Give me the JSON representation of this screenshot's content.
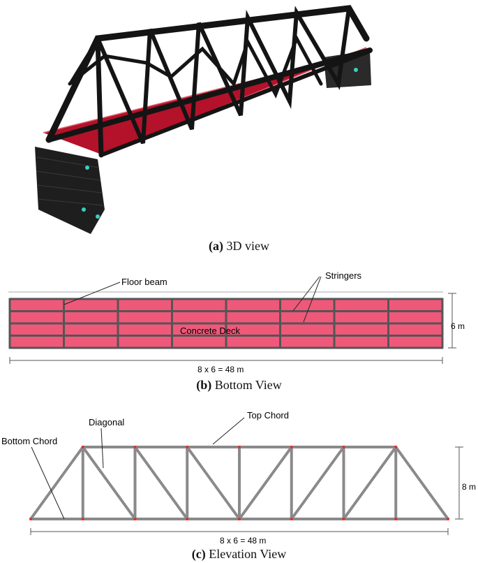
{
  "captions": {
    "a_letter": "(a)",
    "a_text": "3D view",
    "b_letter": "(b)",
    "b_text": "Bottom View",
    "c_letter": "(c)",
    "c_text": "Elevation View"
  },
  "bottom_view": {
    "labels": {
      "floor_beam": "Floor beam",
      "stringers": "Stringers",
      "concrete_deck": "Concrete Deck",
      "width_dim": "6 m",
      "length_dim": "8 x 6 = 48 m"
    },
    "panels": 8,
    "stringer_lines": 4,
    "colors": {
      "deck": "#f0587a",
      "beam": "#555555"
    }
  },
  "elevation_view": {
    "labels": {
      "top_chord": "Top Chord",
      "diagonal": "Diagonal",
      "bottom_chord": "Bottom Chord",
      "height_dim": "8 m",
      "length_dim": "8 x 6 = 48 m"
    },
    "panels": 8,
    "colors": {
      "member": "#8a8a8a",
      "node": "#e03030"
    }
  },
  "colors": {
    "truss_3d": "#141414",
    "deck_3d": "#b3122a",
    "abutment": "#1e1e1e"
  }
}
